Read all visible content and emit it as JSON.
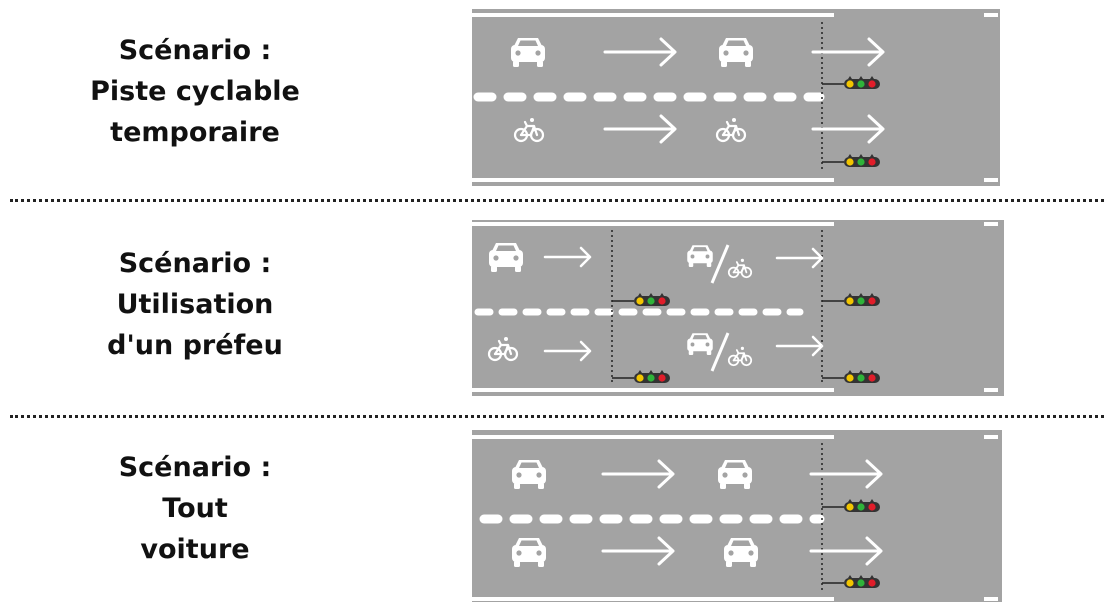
{
  "scenarios": [
    {
      "id": "piste-cyclable",
      "lines": [
        "Scénario :",
        "Piste cyclable",
        "temporaire"
      ]
    },
    {
      "id": "prefeu",
      "lines": [
        "Scénario :",
        "Utilisation",
        "d'un préfeu"
      ]
    },
    {
      "id": "tout-voiture",
      "lines": [
        "Scénario :",
        "Tout",
        "voiture"
      ]
    }
  ],
  "colors": {
    "road": "#a3a3a3",
    "marking": "#ffffff",
    "light_red": "#e11d2a",
    "light_yellow": "#f2c500",
    "light_green": "#2fb33a",
    "separator": "#222222"
  },
  "icons": [
    "car-icon",
    "bicycle-icon",
    "arrow-right-icon",
    "traffic-light-icon",
    "car-or-bike-icon"
  ]
}
